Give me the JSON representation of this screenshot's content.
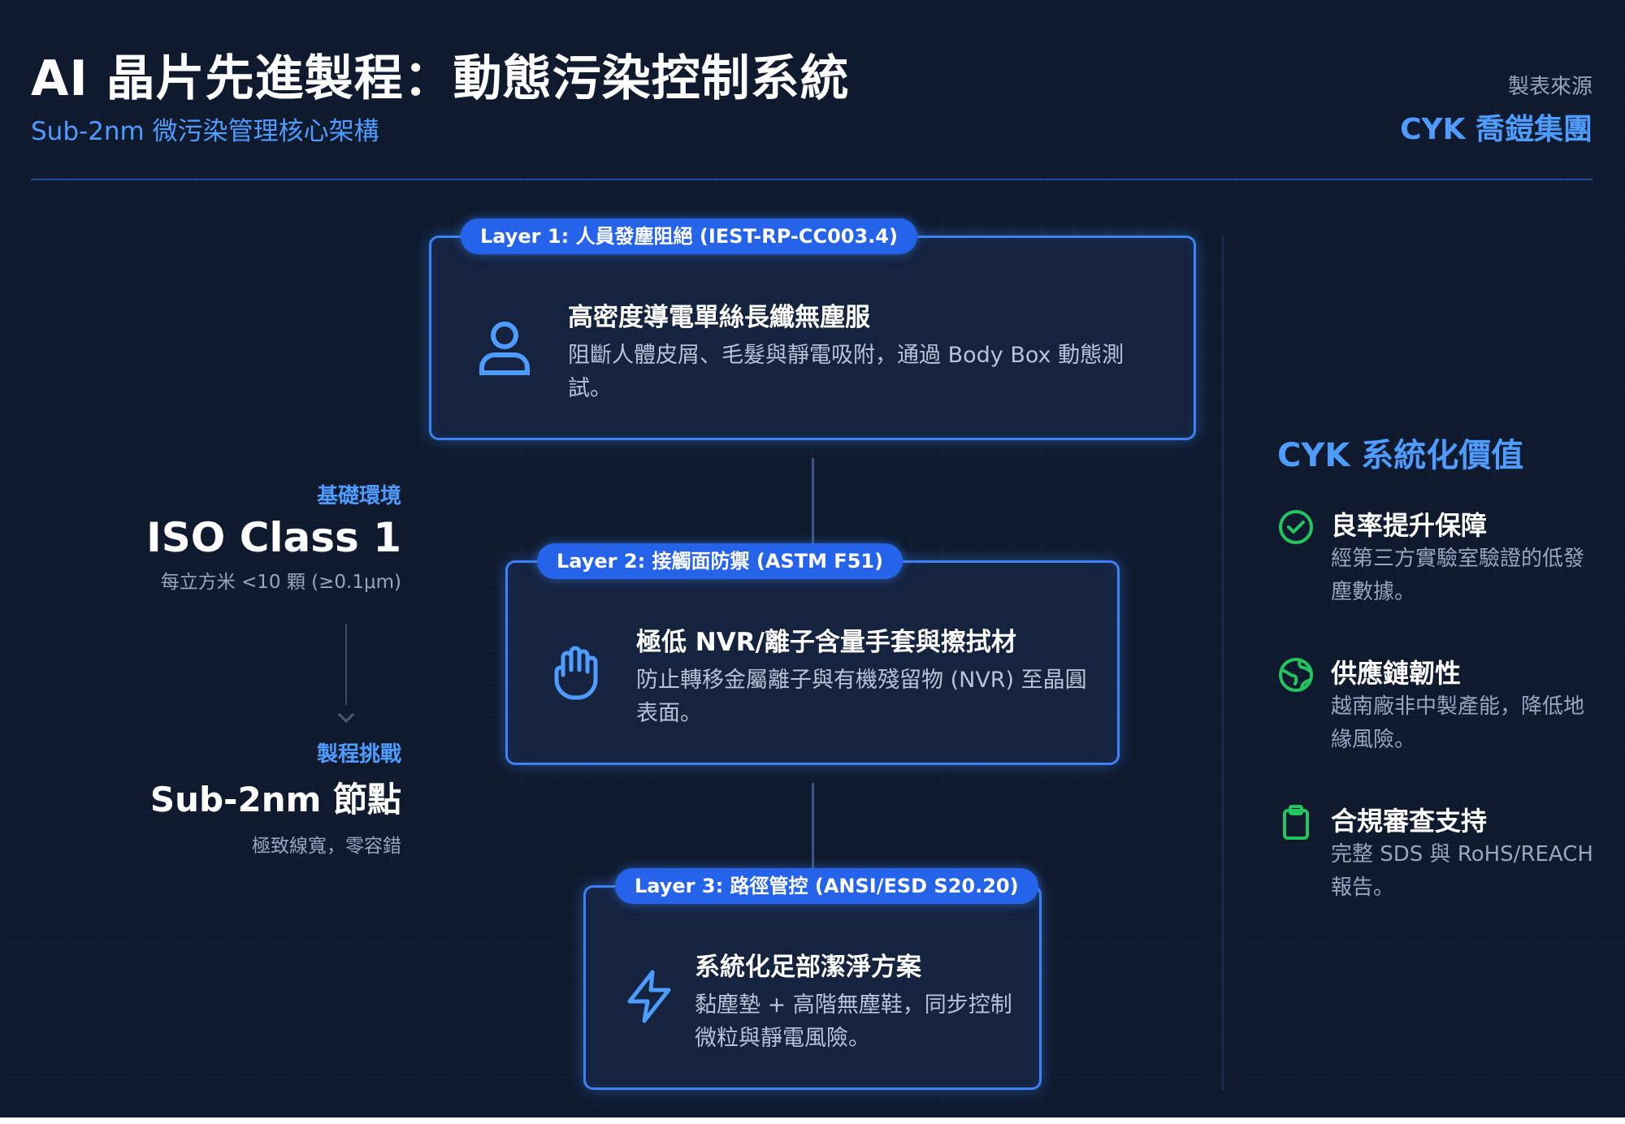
{
  "header": {
    "title": "AI 晶片先進製程：動態污染控制系統",
    "subtitle": "Sub-2nm 微污染管理核心架構",
    "source_label": "製表來源",
    "source_name": "CYK 喬鎧集團"
  },
  "environment": {
    "base_label": "基礎環境",
    "base_value": "ISO Class 1",
    "base_note": "每立方米 <10 顆 (≥0.1μm)",
    "challenge_label": "製程挑戰",
    "challenge_value": "Sub-2nm 節點",
    "challenge_note": "極致線寬，零容錯"
  },
  "layers": [
    {
      "pill": "Layer 1: 人員發塵阻絕 (IEST-RP-CC003.4)",
      "title": "高密度導電單絲長纖無塵服",
      "desc": "阻斷人體皮屑、毛髮與靜電吸附，通過 Body Box 動態測試。",
      "icon": "person-icon"
    },
    {
      "pill": "Layer 2: 接觸面防禦 (ASTM F51)",
      "title": "極低 NVR/離子含量手套與擦拭材",
      "desc": "防止轉移金屬離子與有機殘留物 (NVR) 至晶圓表面。",
      "icon": "hand-icon"
    },
    {
      "pill": "Layer 3: 路徑管控 (ANSI/ESD S20.20)",
      "title": "系統化足部潔淨方案",
      "desc": "黏塵墊 + 高階無塵鞋，同步控制微粒與靜電風險。",
      "icon": "lightning-icon"
    }
  ],
  "values": {
    "heading": "CYK 系統化價值",
    "items": [
      {
        "title": "良率提升保障",
        "desc": "經第三方實驗室驗證的低發塵數據。",
        "icon": "check-circle-icon"
      },
      {
        "title": "供應鏈韌性",
        "desc": "越南廠非中製產能，降低地緣風險。",
        "icon": "globe-icon"
      },
      {
        "title": "合規審查支持",
        "desc": "完整 SDS 與 RoHS/REACH 報告。",
        "icon": "clipboard-icon"
      }
    ]
  },
  "colors": {
    "background": "#0f1a2e",
    "accent": "#4f9cff",
    "pill": "#2563eb",
    "icon_green": "#22c55e"
  }
}
